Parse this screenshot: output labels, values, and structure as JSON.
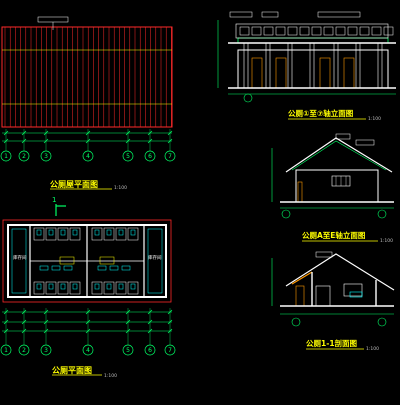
{
  "colors": {
    "background": "#000000",
    "wall": "#ffffff",
    "dimension": "#00ff66",
    "roof": "#ff2a2a",
    "axis": "#ffff00",
    "stair": "#ff9900",
    "accent": "#00ffff",
    "title": "#ffff00",
    "scale": "#bbbbbb",
    "annotation": "#ffffff"
  },
  "plans": {
    "roof": {
      "title": "公厕屋平面图",
      "scale": "1:100"
    },
    "floor": {
      "title": "公厕平面图",
      "scale": "1:100",
      "section_mark": "1",
      "rooms": {
        "left_store": "库存间",
        "right_store": "库存间"
      }
    }
  },
  "elevations": {
    "front": {
      "title": "公厕①至⑦轴立面图",
      "scale": "1:100"
    },
    "side": {
      "title": "公厕A至E轴立面图",
      "scale": "1:100"
    },
    "section": {
      "title": "公厕1-1剖面图",
      "scale": "1:100"
    }
  },
  "axis_labels": [
    "1",
    "2",
    "3",
    "4",
    "5",
    "6",
    "7"
  ]
}
